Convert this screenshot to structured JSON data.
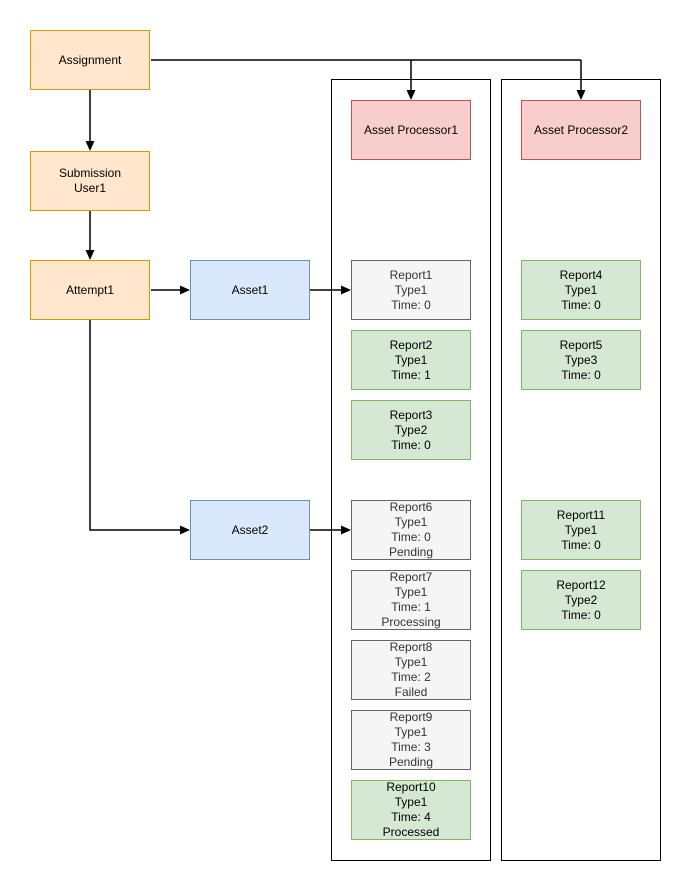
{
  "palette": {
    "orange_fill": "#FFE6CC",
    "orange_stroke": "#D79B00",
    "blue_fill": "#DAE8FC",
    "blue_stroke": "#6C8EBF",
    "pink_fill": "#F8CECC",
    "pink_stroke": "#B85450",
    "green_fill": "#D5E8D4",
    "green_stroke": "#82B366",
    "gray_fill": "#F5F5F5",
    "gray_stroke": "#666666",
    "gray_text": "#333333",
    "connector": "#000000"
  },
  "flow": {
    "assignment": "Assignment",
    "submission": "Submission\nUser1",
    "attempt": "Attempt1",
    "asset1": "Asset1",
    "asset2": "Asset2"
  },
  "processors": [
    {
      "title": "Asset Processor1",
      "reports": [
        {
          "name": "Report1",
          "type": "Type1",
          "time": "Time: 0"
        },
        {
          "name": "Report2",
          "type": "Type1",
          "time": "Time: 1"
        },
        {
          "name": "Report3",
          "type": "Type2",
          "time": "Time: 0"
        },
        {
          "name": "Report6",
          "type": "Type1",
          "time": "Time: 0",
          "status": "Pending"
        },
        {
          "name": "Report7",
          "type": "Type1",
          "time": "Time: 1",
          "status": "Processing"
        },
        {
          "name": "Report8",
          "type": "Type1",
          "time": "Time: 2",
          "status": "Failed"
        },
        {
          "name": "Report9",
          "type": "Type1",
          "time": "Time: 3",
          "status": "Pending"
        },
        {
          "name": "Report10",
          "type": "Type1",
          "time": "Time: 4",
          "status": "Processed"
        }
      ]
    },
    {
      "title": "Asset Processor2",
      "reports": [
        {
          "name": "Report4",
          "type": "Type1",
          "time": "Time: 0"
        },
        {
          "name": "Report5",
          "type": "Type3",
          "time": "Time: 0"
        },
        {
          "name": "Report11",
          "type": "Type1",
          "time": "Time: 0"
        },
        {
          "name": "Report12",
          "type": "Type2",
          "time": "Time: 0"
        }
      ]
    }
  ]
}
